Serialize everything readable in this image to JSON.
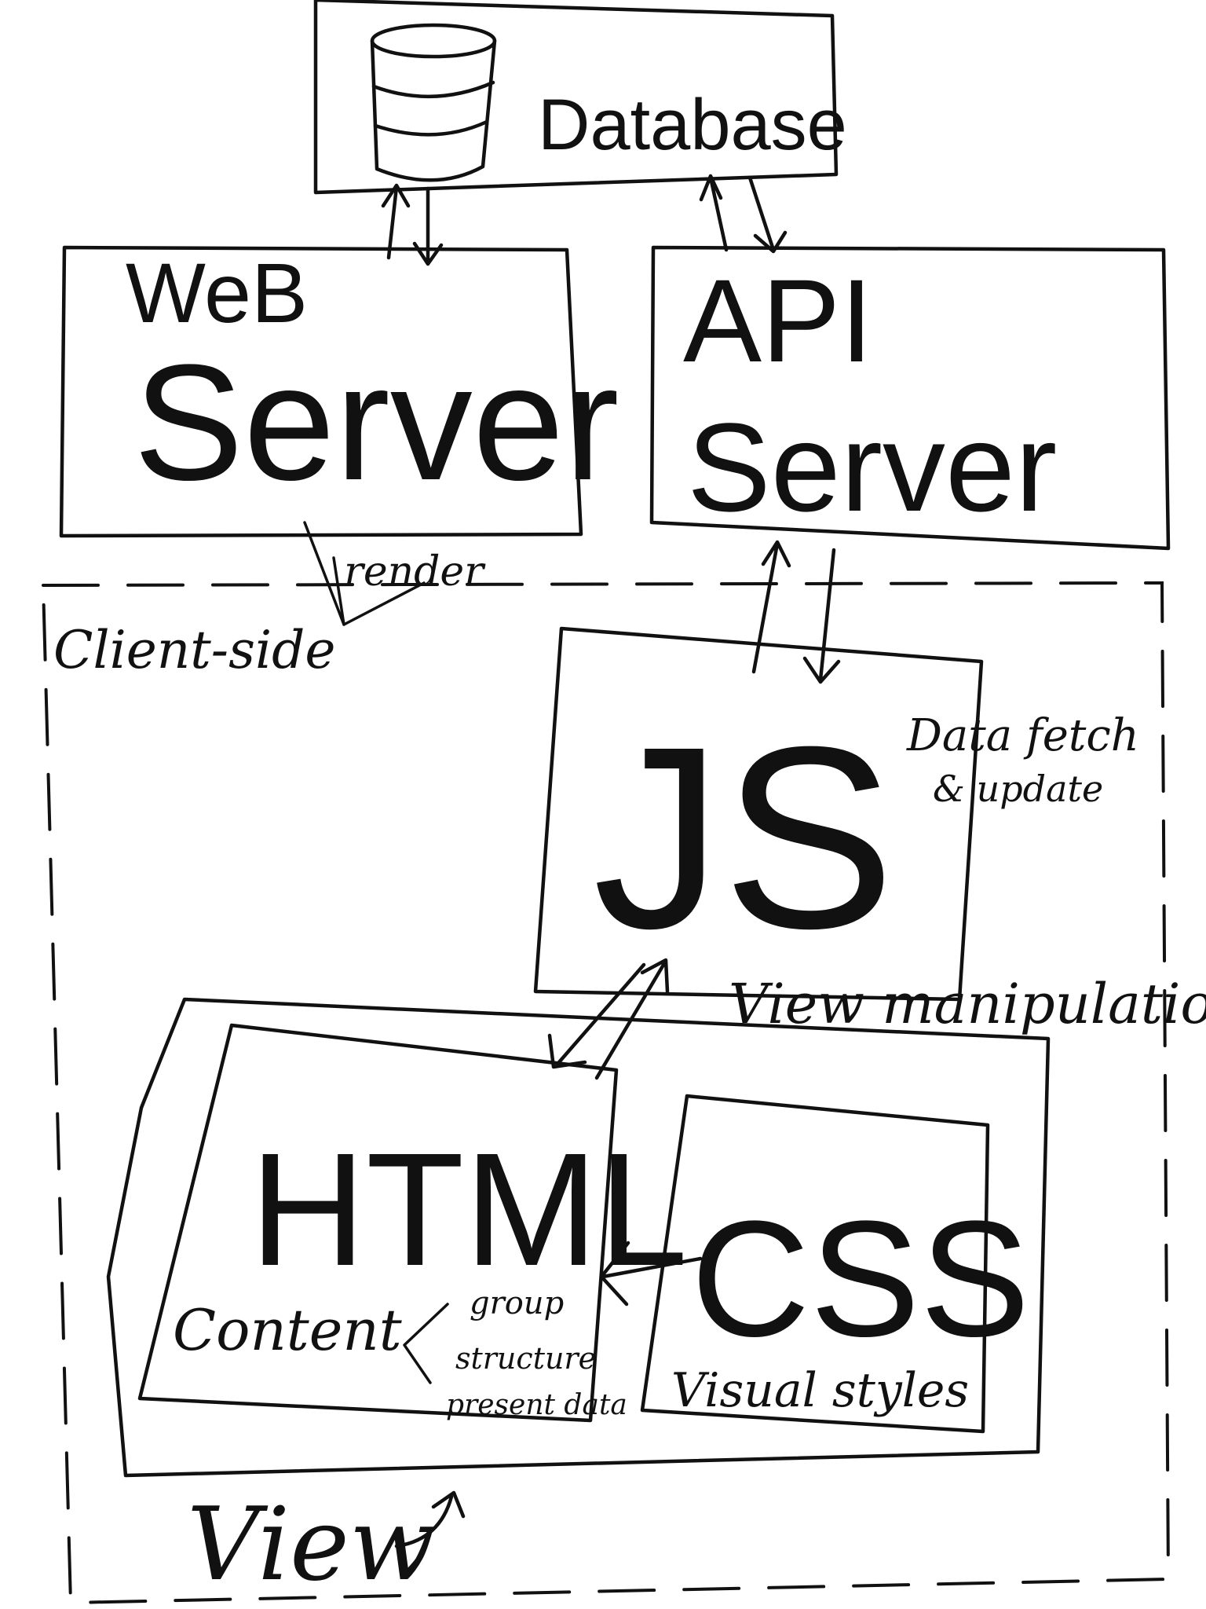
{
  "nodes": {
    "database": {
      "label": "Database"
    },
    "web_server": {
      "line1": "WeB",
      "line2": "Server"
    },
    "api_server": {
      "line1": "API",
      "line2": "Server"
    },
    "client_side": {
      "label": "Client-side"
    },
    "js": {
      "label": "JS",
      "note_line1": "Data fetch",
      "note_line2": "& update"
    },
    "html": {
      "label": "HTML",
      "content_label": "Content"
    },
    "css": {
      "label": "CSS",
      "caption": "Visual styles"
    },
    "view": {
      "label": "View"
    }
  },
  "edges": {
    "render": "render",
    "view_manipulation": "View manipulation",
    "content_roles": [
      "group",
      "structure",
      "present data"
    ]
  }
}
